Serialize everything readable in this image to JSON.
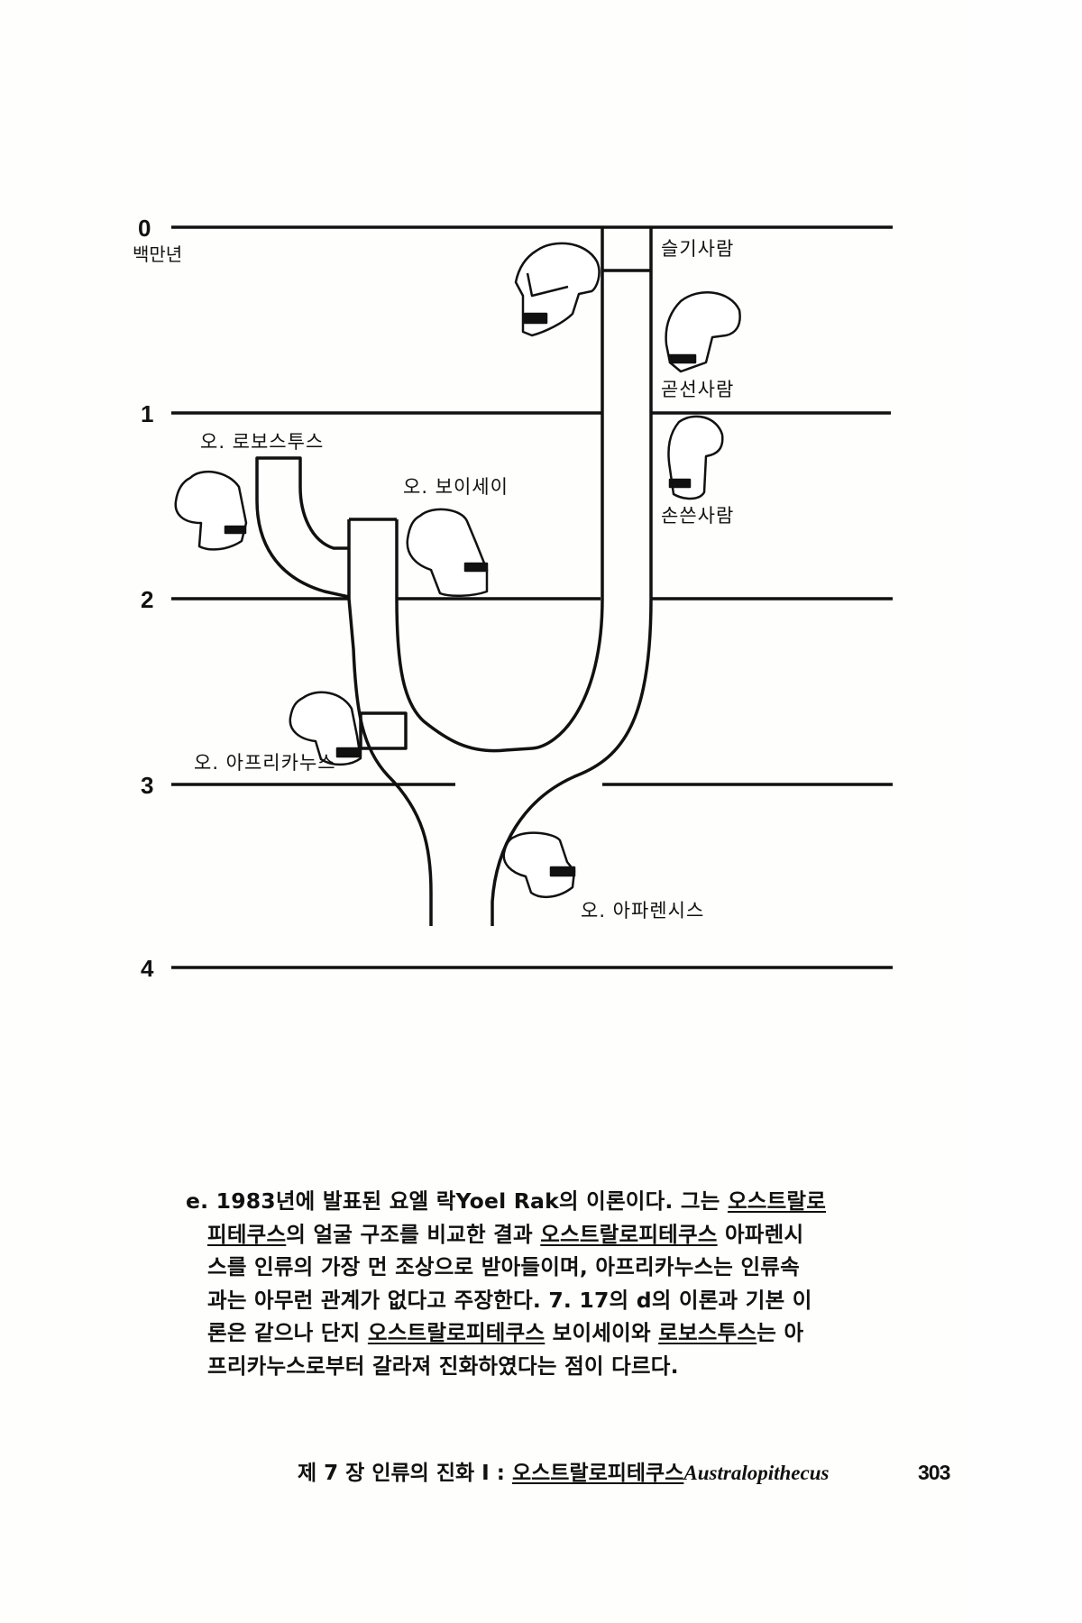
{
  "figure": {
    "time_axis": {
      "unit_label": "백만년",
      "ticks": [
        "0",
        "1",
        "2",
        "3",
        "4"
      ]
    },
    "species_labels": {
      "homo_sapiens": "슬기사람",
      "homo_erectus": "곧선사람",
      "homo_habilis": "손쓴사람",
      "robustus": "오. 로보스투스",
      "boisei": "오. 보이세이",
      "africanus": "오. 아프리카누스",
      "afarensis": "오. 아파렌시스"
    },
    "skull_icons": [
      "homo-sapiens-skull",
      "homo-erectus-skull",
      "homo-habilis-skull",
      "robustus-skull",
      "boisei-skull",
      "africanus-skull",
      "afarensis-skull"
    ]
  },
  "caption": {
    "lines": [
      [
        "e. 1983년에 발표된 요엘 락Yoel Rak의 이론이다. 그는 ",
        {
          "u": "오스트랄로"
        }
      ],
      [
        {
          "u": "피테쿠스"
        },
        "의 얼굴 구조를 비교한 결과 ",
        {
          "u": "오스트랄로피테쿠스"
        },
        " 아파렌시"
      ],
      [
        "스를 인류의 가장 먼 조상으로 받아들이며, 아프리카누스는 인류속"
      ],
      [
        "과는 아무런 관계가 없다고 주장한다. 7. 17의 d의 이론과 기본 이"
      ],
      [
        "론은 같으나 단지 ",
        {
          "u": "오스트랄로피테쿠스"
        },
        " 보이세이와 ",
        {
          "u": "로보스투스"
        },
        "는 아"
      ],
      [
        "프리카누스로부터 갈라져 진화하였다는 점이 다르다."
      ]
    ]
  },
  "footer": {
    "chapter": "제 7 장  인류의 진화  Ⅰ : ",
    "genus_korean": "오스트랄로피테쿠스",
    "genus_latin": "Australopithecus",
    "page_number": "303"
  }
}
